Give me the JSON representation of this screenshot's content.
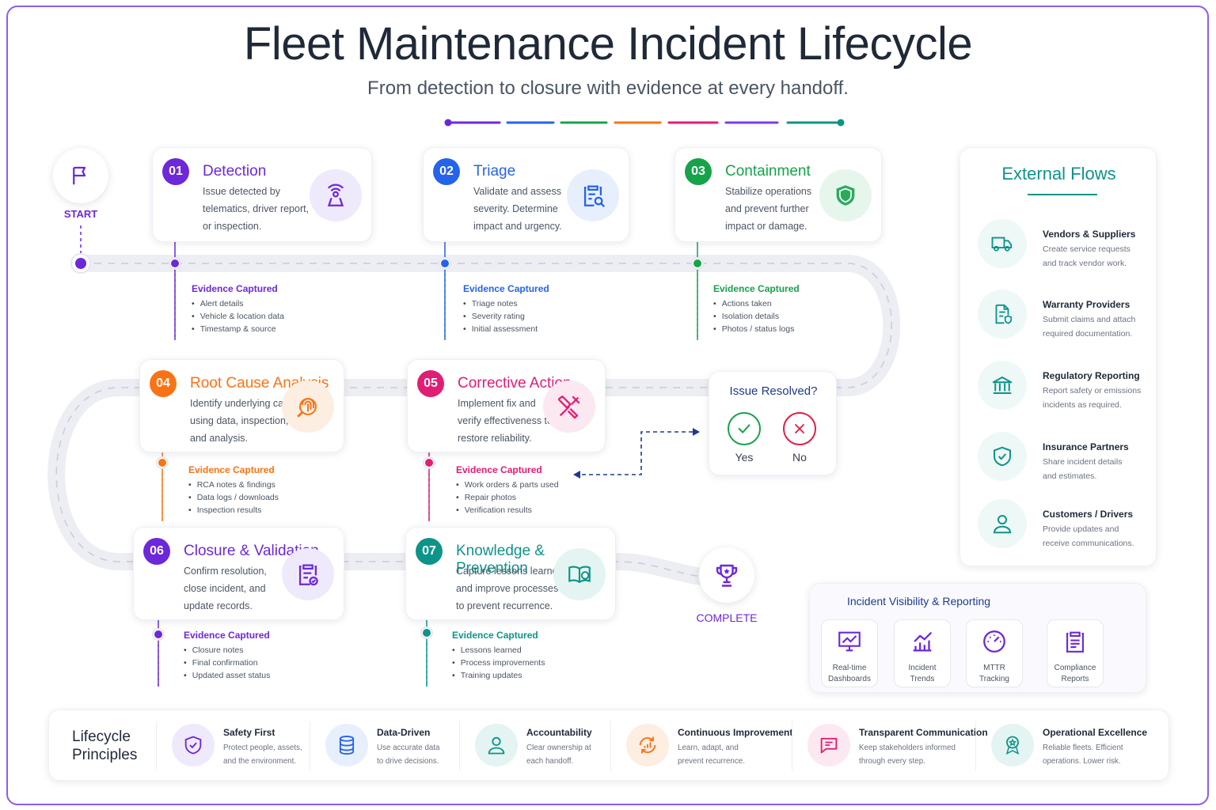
{
  "title": "Fleet Maintenance Incident Lifecycle",
  "subtitle": "From detection to closure with evidence at every handoff.",
  "colors": {
    "purple": "#7c3aed",
    "blue": "#2563eb",
    "green": "#16a34a",
    "orange": "#f97316",
    "pink": "#e11d74",
    "violet": "#6d28d9",
    "teal": "#0d9488"
  },
  "start_label": "START",
  "complete_label": "COMPLETE",
  "steps": [
    {
      "num": "01",
      "title": "Detection",
      "desc": [
        "Issue detected by",
        "telematics, driver report,",
        "or inspection."
      ],
      "icon": "signal-tower-icon",
      "evidence_title": "Evidence Captured",
      "evidence": [
        "Alert details",
        "Vehicle & location data",
        "Timestamp & source"
      ]
    },
    {
      "num": "02",
      "title": "Triage",
      "desc": [
        "Validate and assess",
        "severity. Determine",
        "impact and urgency."
      ],
      "icon": "clipboard-search-icon",
      "evidence_title": "Evidence Captured",
      "evidence": [
        "Triage notes",
        "Severity rating",
        "Initial assessment"
      ]
    },
    {
      "num": "03",
      "title": "Containment",
      "desc": [
        "Stabilize operations",
        "and prevent further",
        "impact or damage."
      ],
      "icon": "shield-icon",
      "evidence_title": "Evidence Captured",
      "evidence": [
        "Actions taken",
        "Isolation details",
        "Photos / status logs"
      ]
    },
    {
      "num": "04",
      "title": "Root Cause Analysis",
      "desc": [
        "Identify underlying cause",
        "using data, inspection,",
        "and analysis."
      ],
      "icon": "fingerprint-search-icon",
      "evidence_title": "Evidence Captured",
      "evidence": [
        "RCA notes & findings",
        "Data logs / downloads",
        "Inspection results"
      ]
    },
    {
      "num": "05",
      "title": "Corrective Action",
      "desc": [
        "Implement fix and",
        "verify effectiveness to",
        "restore reliability."
      ],
      "icon": "tools-icon",
      "evidence_title": "Evidence Captured",
      "evidence": [
        "Work orders & parts used",
        "Repair photos",
        "Verification results"
      ]
    },
    {
      "num": "06",
      "title": "Closure & Validation",
      "desc": [
        "Confirm resolution,",
        "close incident, and",
        "update records."
      ],
      "icon": "clipboard-check-icon",
      "evidence_title": "Evidence Captured",
      "evidence": [
        "Closure notes",
        "Final confirmation",
        "Updated asset status"
      ]
    },
    {
      "num": "07",
      "title": "Knowledge & Prevention",
      "desc": [
        "Capture lessons learned",
        "and improve processes",
        "to prevent recurrence."
      ],
      "icon": "book-bulb-icon",
      "evidence_title": "Evidence Captured",
      "evidence": [
        "Lessons learned",
        "Process improvements",
        "Training updates"
      ]
    }
  ],
  "decision": {
    "question": "Issue Resolved?",
    "yes": "Yes",
    "no": "No"
  },
  "external": {
    "title": "External Flows",
    "items": [
      {
        "title": "Vendors & Suppliers",
        "desc": [
          "Create service requests",
          "and track vendor work."
        ],
        "icon": "truck-icon"
      },
      {
        "title": "Warranty Providers",
        "desc": [
          "Submit claims and attach",
          "required documentation."
        ],
        "icon": "document-check-icon"
      },
      {
        "title": "Regulatory Reporting",
        "desc": [
          "Report safety or emissions",
          "incidents as required."
        ],
        "icon": "bank-icon"
      },
      {
        "title": "Insurance Partners",
        "desc": [
          "Share incident details",
          "and estimates."
        ],
        "icon": "shield-check-icon"
      },
      {
        "title": "Customers / Drivers",
        "desc": [
          "Provide updates and",
          "receive communications."
        ],
        "icon": "user-icon"
      }
    ]
  },
  "visibility": {
    "title": "Incident Visibility & Reporting",
    "tiles": [
      {
        "label": [
          "Real-time",
          "Dashboards"
        ],
        "icon": "monitor-chart-icon"
      },
      {
        "label": [
          "Incident",
          "Trends"
        ],
        "icon": "bar-trend-icon"
      },
      {
        "label": [
          "MTTR",
          "Tracking"
        ],
        "icon": "gauge-icon"
      },
      {
        "label": [
          "Compliance",
          "Reports"
        ],
        "icon": "report-icon"
      }
    ]
  },
  "principles": {
    "title": [
      "Lifecycle",
      "Principles"
    ],
    "items": [
      {
        "title": "Safety First",
        "desc": [
          "Protect people, assets,",
          "and the environment."
        ],
        "icon": "shield-check-icon"
      },
      {
        "title": "Data-Driven",
        "desc": [
          "Use accurate data",
          "to drive decisions."
        ],
        "icon": "database-icon"
      },
      {
        "title": "Accountability",
        "desc": [
          "Clear ownership at",
          "each handoff."
        ],
        "icon": "user-icon"
      },
      {
        "title": "Continuous Improvement",
        "desc": [
          "Learn, adapt, and",
          "prevent recurrence."
        ],
        "icon": "cycle-chart-icon"
      },
      {
        "title": "Transparent Communication",
        "desc": [
          "Keep stakeholders informed",
          "through every step."
        ],
        "icon": "chat-icon"
      },
      {
        "title": "Operational Excellence",
        "desc": [
          "Reliable fleets. Efficient",
          "operations. Lower risk."
        ],
        "icon": "award-icon"
      }
    ]
  }
}
